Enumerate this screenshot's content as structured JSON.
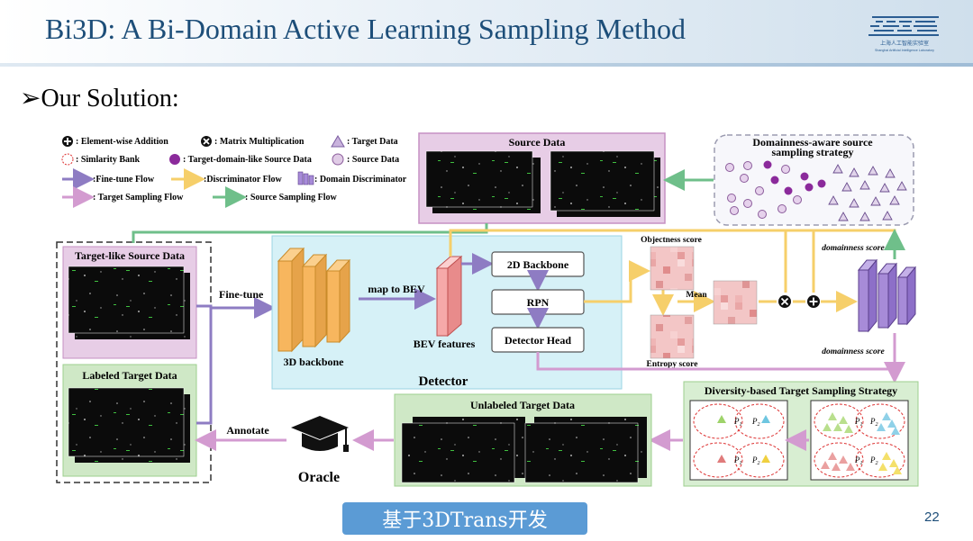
{
  "slide": {
    "title": "Bi3D: A Bi-Domain Active Learning Sampling Method",
    "subtitle": "Our Solution:",
    "logo_text_cn": "上海人工智能实验室",
    "logo_text_en": "Shanghai Artificial Intelligence Laboratory",
    "footer": "基于3DTrans开发",
    "page_number": "22"
  },
  "legend": {
    "element_wise_addition": ": Element-wise Addition",
    "matrix_multiplication": ": Matrix Multiplication",
    "target_data": ": Target Data",
    "similarity_bank": ": Simlarity Bank",
    "target_domain_like_source": ": Target-domain-like Source Data",
    "source_data": ": Source Data",
    "fine_tune_flow": ":Fine-tune Flow",
    "discriminator_flow": ":Discriminator Flow",
    "domain_discriminator": ": Domain Discriminator",
    "target_sampling_flow": ": Target Sampling Flow",
    "source_sampling_flow": ": Source Sampling Flow"
  },
  "diagram": {
    "source_data": "Source Data",
    "domainness_strategy_line1": "Domainness-aware source",
    "domainness_strategy_line2": "sampling strategy",
    "target_like_source": "Target-like Source Data",
    "labeled_target": "Labeled Target Data",
    "fine_tune": "Fine-tune",
    "backbone_3d": "3D backbone",
    "map_to_bev": "map to BEV",
    "bev_features": "BEV features",
    "backbone_2d": "2D Backbone",
    "rpn": "RPN",
    "detector_head": "Detector Head",
    "detector": "Detector",
    "objectness_score": "Objectness score",
    "entropy_score": "Entropy score",
    "mean": "Mean",
    "domainness_score_top": "domainness score",
    "domainness_score_bottom": "domainness score",
    "diversity_strategy": "Diversity-based Target Sampling Strategy",
    "unlabeled_target": "Unlabeled Target Data",
    "annotate": "Annotate",
    "oracle": "Oracle",
    "p1": "P",
    "p2": "P",
    "sub1": "1",
    "sub2": "2"
  },
  "colors": {
    "fine_tune_flow": "#8e7cc3",
    "discriminator_flow": "#f6cf6a",
    "target_sampling_flow": "#d39bd0",
    "source_sampling_flow": "#6fbf8a",
    "detector_bg": "#d6f1f7",
    "labeled_bg": "#cfe8c6",
    "source_bg": "#e7cde6"
  }
}
